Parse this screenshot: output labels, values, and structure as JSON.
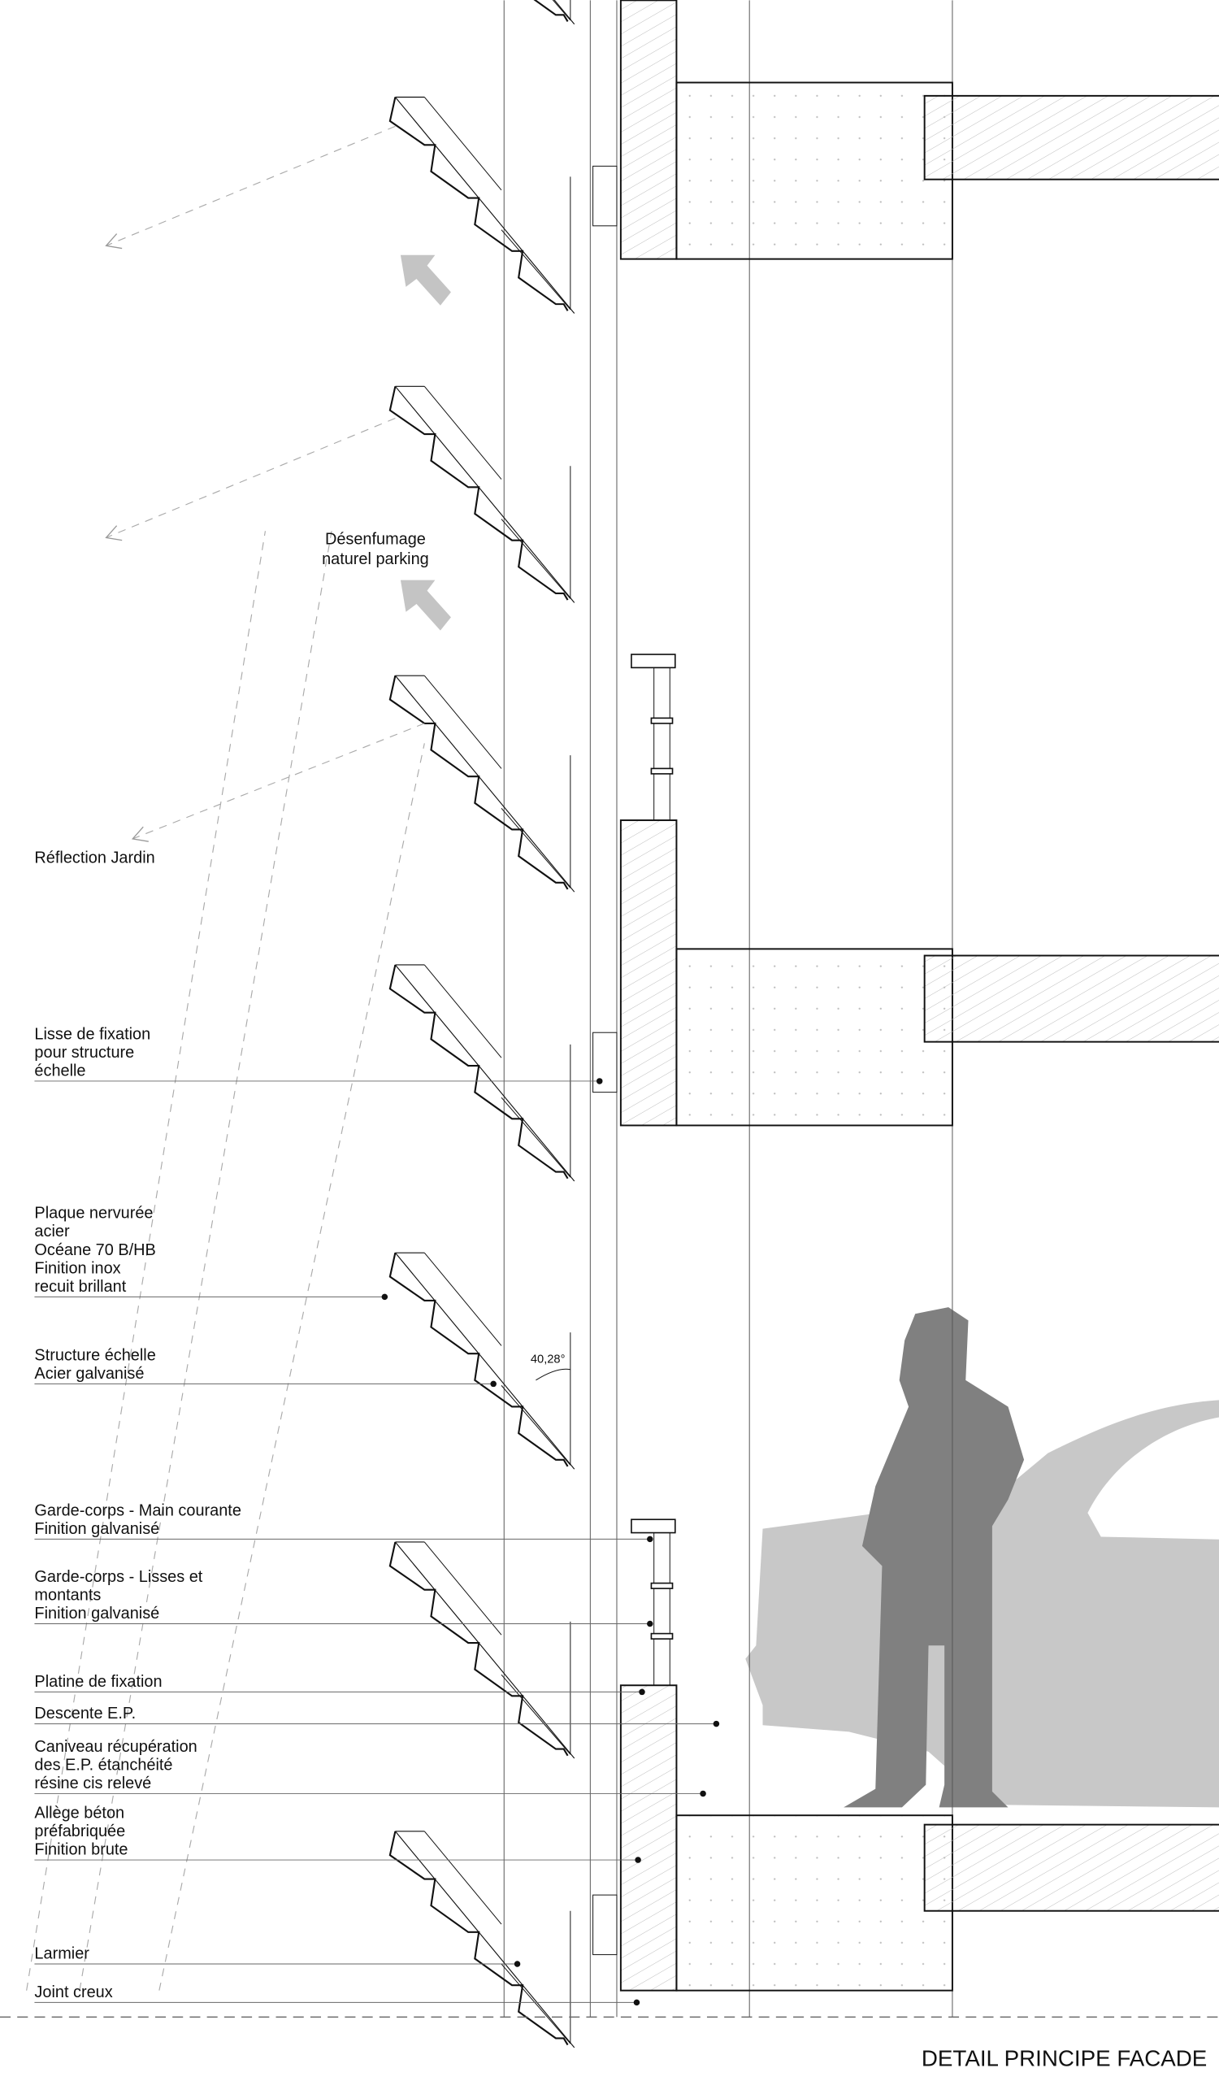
{
  "title": "DETAIL PRINCIPE FACADE",
  "annotations": {
    "smoke": [
      "Désenfumage",
      "naturel parking"
    ],
    "angle": "40,28°"
  },
  "labels": [
    {
      "lines": [
        "Réflection Jardin"
      ]
    },
    {
      "lines": [
        "Lisse de fixation",
        "pour structure",
        "échelle"
      ]
    },
    {
      "lines": [
        "Plaque nervurée",
        "acier",
        "Océane 70 B/HB",
        "Finition inox",
        "recuit brillant"
      ]
    },
    {
      "lines": [
        "Structure échelle",
        "Acier galvanisé"
      ]
    },
    {
      "lines": [
        "Garde-corps - Main courante",
        "Finition galvanisé"
      ]
    },
    {
      "lines": [
        "Garde-corps - Lisses et",
        "montants",
        "Finition galvanisé"
      ]
    },
    {
      "lines": [
        "Platine de fixation"
      ]
    },
    {
      "lines": [
        "Descente E.P."
      ]
    },
    {
      "lines": [
        "Caniveau récupération",
        "des E.P. étanchéité",
        "résine cis relevé"
      ]
    },
    {
      "lines": [
        "Allège béton",
        "préfabriquée",
        "Finition brute"
      ]
    },
    {
      "lines": [
        "Larmier"
      ]
    },
    {
      "lines": [
        "Joint creux"
      ]
    }
  ],
  "colors": {
    "ink": "#111111",
    "person": "#808080",
    "car": "#c8c8c8",
    "arrow": "#c4c4c4"
  }
}
